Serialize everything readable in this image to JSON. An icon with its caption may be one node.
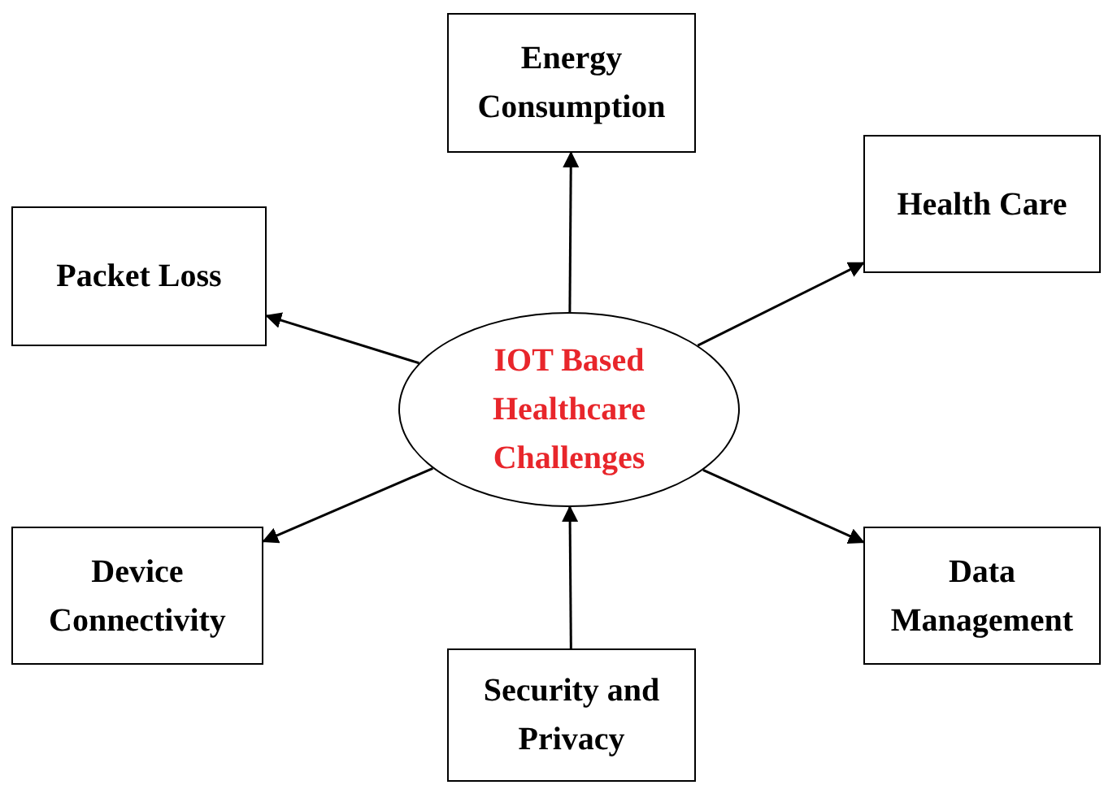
{
  "diagram": {
    "nodes": [
      {
        "text": [
          "IOT Based Healthcare Challenges"
        ]
      },
      {
        "text": [
          "Energy Consumption"
        ]
      },
      {
        "text": [
          "Health Care"
        ]
      },
      {
        "text": [
          "Packet Loss"
        ]
      },
      {
        "text": [
          "Device Connectivity"
        ]
      },
      {
        "text": [
          "Data Management"
        ]
      },
      {
        "text": [
          "Security and Privacy"
        ]
      }
    ],
    "edges": [
      {
        "from": 0,
        "to": 1,
        "arrow": "to"
      },
      {
        "from": 0,
        "to": 2,
        "arrow": "to"
      },
      {
        "from": 0,
        "to": 3,
        "arrow": "to"
      },
      {
        "from": 0,
        "to": 4,
        "arrow": "to"
      },
      {
        "from": 0,
        "to": 5,
        "arrow": "to"
      },
      {
        "from": 6,
        "to": 0,
        "arrow": "to"
      }
    ]
  }
}
